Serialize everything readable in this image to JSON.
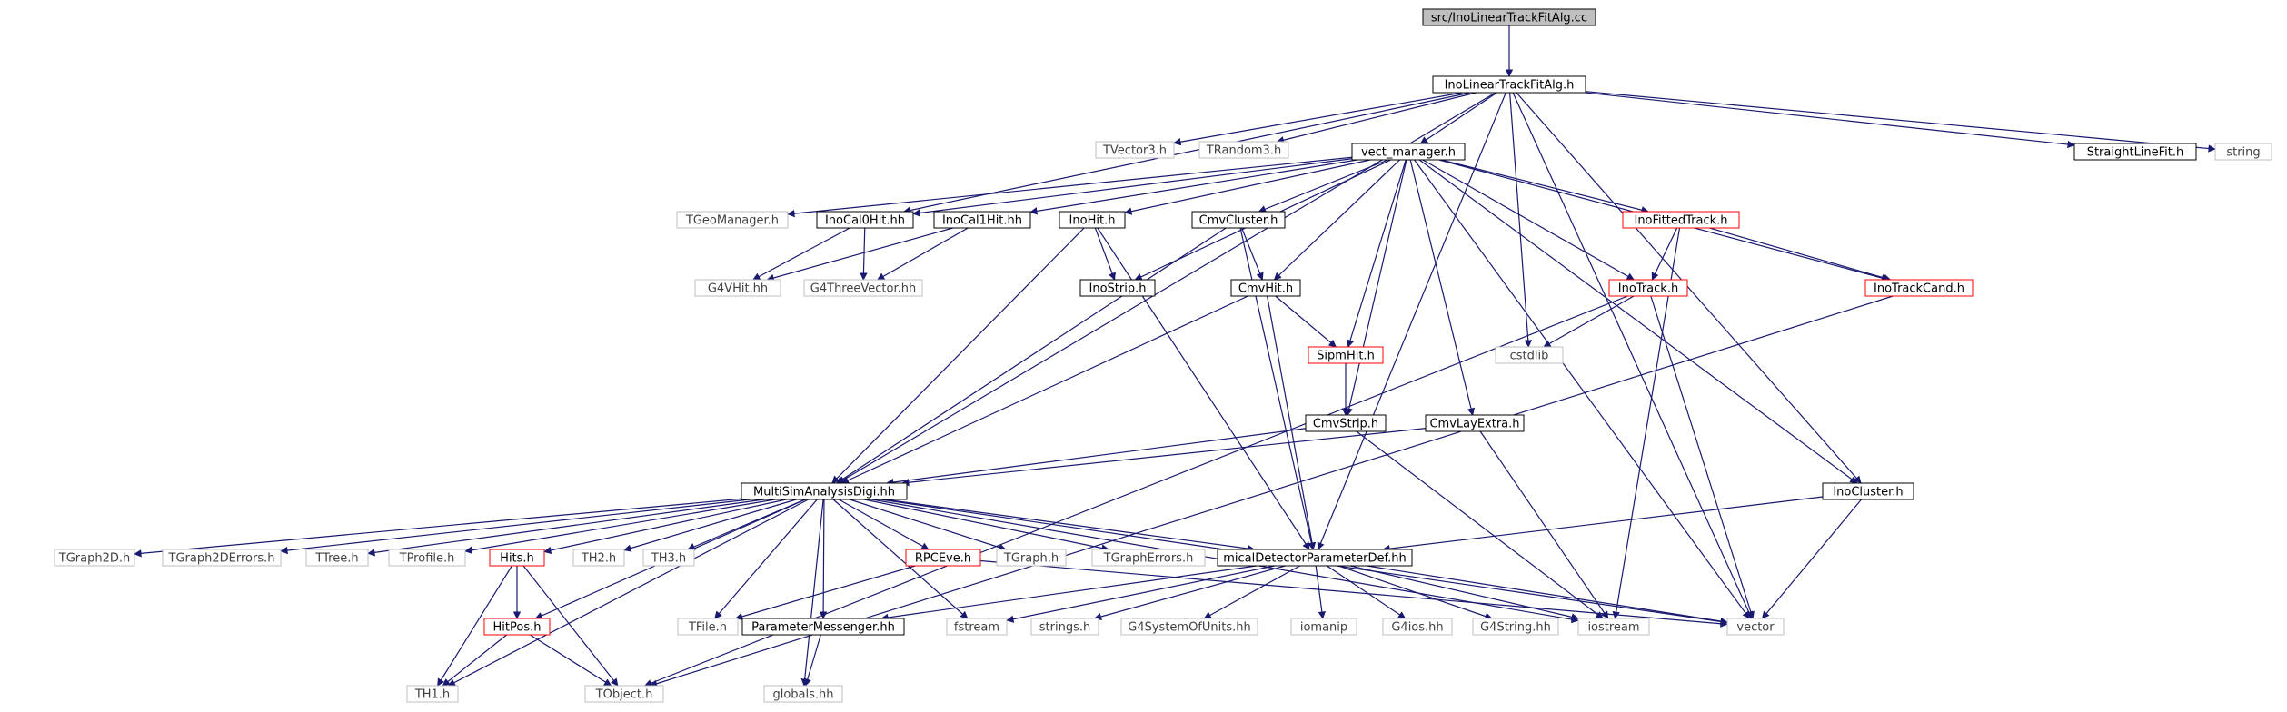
{
  "title": "src/InoLinearTrackFitAlg.cc",
  "colors": {
    "edge": "#191970",
    "normal_border": "#000000",
    "external_border": "#bfbfbf",
    "truncated_border": "#ff0000",
    "root_fill": "#bfbfbf",
    "text": "#000000",
    "external_text": "#404040"
  },
  "nodes": [
    {
      "id": "n_root",
      "label": "src/InoLinearTrackFitAlg.cc",
      "kind": "root"
    },
    {
      "id": "n_alg",
      "label": "InoLinearTrackFitAlg.h",
      "kind": "normal"
    },
    {
      "id": "n_tvec3",
      "label": "TVector3.h",
      "kind": "external"
    },
    {
      "id": "n_trandom3",
      "label": "TRandom3.h",
      "kind": "external"
    },
    {
      "id": "n_vect",
      "label": "vect_manager.h",
      "kind": "normal"
    },
    {
      "id": "n_slf",
      "label": "StraightLineFit.h",
      "kind": "normal"
    },
    {
      "id": "n_string",
      "label": "string",
      "kind": "external"
    },
    {
      "id": "n_tgeo",
      "label": "TGeoManager.h",
      "kind": "external"
    },
    {
      "id": "n_cal0",
      "label": "InoCal0Hit.hh",
      "kind": "normal"
    },
    {
      "id": "n_cal1",
      "label": "InoCal1Hit.hh",
      "kind": "normal"
    },
    {
      "id": "n_inohit",
      "label": "InoHit.h",
      "kind": "normal"
    },
    {
      "id": "n_cmvclu",
      "label": "CmvCluster.h",
      "kind": "normal"
    },
    {
      "id": "n_fitted",
      "label": "InoFittedTrack.h",
      "kind": "truncated"
    },
    {
      "id": "n_g4vhit",
      "label": "G4VHit.hh",
      "kind": "external"
    },
    {
      "id": "n_g4three",
      "label": "G4ThreeVector.hh",
      "kind": "external"
    },
    {
      "id": "n_inostrip",
      "label": "InoStrip.h",
      "kind": "normal"
    },
    {
      "id": "n_cmvhit",
      "label": "CmvHit.h",
      "kind": "normal"
    },
    {
      "id": "n_inotrack",
      "label": "InoTrack.h",
      "kind": "truncated"
    },
    {
      "id": "n_trackcand",
      "label": "InoTrackCand.h",
      "kind": "truncated"
    },
    {
      "id": "n_sipm",
      "label": "SipmHit.h",
      "kind": "truncated"
    },
    {
      "id": "n_cstdlib",
      "label": "cstdlib",
      "kind": "external"
    },
    {
      "id": "n_cmvstrip",
      "label": "CmvStrip.h",
      "kind": "normal"
    },
    {
      "id": "n_cmvlay",
      "label": "CmvLayExtra.h",
      "kind": "normal"
    },
    {
      "id": "n_msad",
      "label": "MultiSimAnalysisDigi.hh",
      "kind": "normal"
    },
    {
      "id": "n_inoclu",
      "label": "InoCluster.h",
      "kind": "normal"
    },
    {
      "id": "n_tg2d",
      "label": "TGraph2D.h",
      "kind": "external"
    },
    {
      "id": "n_tg2de",
      "label": "TGraph2DErrors.h",
      "kind": "external"
    },
    {
      "id": "n_ttree",
      "label": "TTree.h",
      "kind": "external"
    },
    {
      "id": "n_tprof",
      "label": "TProfile.h",
      "kind": "external"
    },
    {
      "id": "n_hits",
      "label": "Hits.h",
      "kind": "truncated"
    },
    {
      "id": "n_th2",
      "label": "TH2.h",
      "kind": "external"
    },
    {
      "id": "n_th3",
      "label": "TH3.h",
      "kind": "external"
    },
    {
      "id": "n_rpceve",
      "label": "RPCEve.h",
      "kind": "truncated"
    },
    {
      "id": "n_tgraph",
      "label": "TGraph.h",
      "kind": "external"
    },
    {
      "id": "n_tgraphe",
      "label": "TGraphErrors.h",
      "kind": "external"
    },
    {
      "id": "n_mical",
      "label": "micalDetectorParameterDef.hh",
      "kind": "normal"
    },
    {
      "id": "n_hitpos",
      "label": "HitPos.h",
      "kind": "truncated"
    },
    {
      "id": "n_tfile",
      "label": "TFile.h",
      "kind": "external"
    },
    {
      "id": "n_pmess",
      "label": "ParameterMessenger.hh",
      "kind": "normal"
    },
    {
      "id": "n_fstream",
      "label": "fstream",
      "kind": "external"
    },
    {
      "id": "n_stringsh",
      "label": "strings.h",
      "kind": "external"
    },
    {
      "id": "n_g4sys",
      "label": "G4SystemOfUnits.hh",
      "kind": "external"
    },
    {
      "id": "n_iomanip",
      "label": "iomanip",
      "kind": "external"
    },
    {
      "id": "n_g4ios",
      "label": "G4ios.hh",
      "kind": "external"
    },
    {
      "id": "n_g4string",
      "label": "G4String.hh",
      "kind": "external"
    },
    {
      "id": "n_iostream",
      "label": "iostream",
      "kind": "external"
    },
    {
      "id": "n_vector",
      "label": "vector",
      "kind": "external"
    },
    {
      "id": "n_th1",
      "label": "TH1.h",
      "kind": "external"
    },
    {
      "id": "n_tobject",
      "label": "TObject.h",
      "kind": "external"
    },
    {
      "id": "n_globals",
      "label": "globals.hh",
      "kind": "external"
    }
  ],
  "edges": [
    [
      "n_root",
      "n_alg"
    ],
    [
      "n_alg",
      "n_tvec3"
    ],
    [
      "n_alg",
      "n_trandom3"
    ],
    [
      "n_alg",
      "n_vect"
    ],
    [
      "n_alg",
      "n_slf"
    ],
    [
      "n_alg",
      "n_string"
    ],
    [
      "n_alg",
      "n_msad"
    ],
    [
      "n_alg",
      "n_cal0"
    ],
    [
      "n_alg",
      "n_cstdlib"
    ],
    [
      "n_alg",
      "n_mical"
    ],
    [
      "n_alg",
      "n_inoclu"
    ],
    [
      "n_alg",
      "n_vector"
    ],
    [
      "n_vect",
      "n_tgeo"
    ],
    [
      "n_vect",
      "n_cal0"
    ],
    [
      "n_vect",
      "n_cal1"
    ],
    [
      "n_vect",
      "n_inohit"
    ],
    [
      "n_vect",
      "n_cmvclu"
    ],
    [
      "n_vect",
      "n_fitted"
    ],
    [
      "n_vect",
      "n_inostrip"
    ],
    [
      "n_vect",
      "n_cmvhit"
    ],
    [
      "n_vect",
      "n_sipm"
    ],
    [
      "n_vect",
      "n_cmvstrip"
    ],
    [
      "n_vect",
      "n_cmvlay"
    ],
    [
      "n_vect",
      "n_inotrack"
    ],
    [
      "n_vect",
      "n_trackcand"
    ],
    [
      "n_vect",
      "n_inoclu"
    ],
    [
      "n_vect",
      "n_vector"
    ],
    [
      "n_cal0",
      "n_g4vhit"
    ],
    [
      "n_cal0",
      "n_g4three"
    ],
    [
      "n_cal1",
      "n_g4vhit"
    ],
    [
      "n_cal1",
      "n_g4three"
    ],
    [
      "n_inohit",
      "n_inostrip"
    ],
    [
      "n_inohit",
      "n_msad"
    ],
    [
      "n_inohit",
      "n_mical"
    ],
    [
      "n_cmvclu",
      "n_cmvhit"
    ],
    [
      "n_cmvclu",
      "n_msad"
    ],
    [
      "n_cmvclu",
      "n_mical"
    ],
    [
      "n_fitted",
      "n_inotrack"
    ],
    [
      "n_fitted",
      "n_trackcand"
    ],
    [
      "n_fitted",
      "n_iostream"
    ],
    [
      "n_inotrack",
      "n_cstdlib"
    ],
    [
      "n_inotrack",
      "n_vector"
    ],
    [
      "n_inotrack",
      "n_tobject"
    ],
    [
      "n_trackcand",
      "n_tobject"
    ],
    [
      "n_cmvhit",
      "n_sipm"
    ],
    [
      "n_cmvhit",
      "n_msad"
    ],
    [
      "n_cmvhit",
      "n_mical"
    ],
    [
      "n_sipm",
      "n_cmvstrip"
    ],
    [
      "n_cmvstrip",
      "n_msad"
    ],
    [
      "n_cmvstrip",
      "n_iostream"
    ],
    [
      "n_cmvlay",
      "n_msad"
    ],
    [
      "n_cmvlay",
      "n_iostream"
    ],
    [
      "n_inoclu",
      "n_mical"
    ],
    [
      "n_inoclu",
      "n_vector"
    ],
    [
      "n_msad",
      "n_tg2d"
    ],
    [
      "n_msad",
      "n_tg2de"
    ],
    [
      "n_msad",
      "n_ttree"
    ],
    [
      "n_msad",
      "n_tprof"
    ],
    [
      "n_msad",
      "n_hits"
    ],
    [
      "n_msad",
      "n_th2"
    ],
    [
      "n_msad",
      "n_th3"
    ],
    [
      "n_msad",
      "n_rpceve"
    ],
    [
      "n_msad",
      "n_tgraph"
    ],
    [
      "n_msad",
      "n_tgraphe"
    ],
    [
      "n_msad",
      "n_mical"
    ],
    [
      "n_msad",
      "n_hitpos"
    ],
    [
      "n_msad",
      "n_tfile"
    ],
    [
      "n_msad",
      "n_pmess"
    ],
    [
      "n_msad",
      "n_fstream"
    ],
    [
      "n_msad",
      "n_iostream"
    ],
    [
      "n_msad",
      "n_vector"
    ],
    [
      "n_msad",
      "n_th1"
    ],
    [
      "n_msad",
      "n_globals"
    ],
    [
      "n_hits",
      "n_hitpos"
    ],
    [
      "n_hits",
      "n_th1"
    ],
    [
      "n_hits",
      "n_tobject"
    ],
    [
      "n_hitpos",
      "n_th1"
    ],
    [
      "n_hitpos",
      "n_tobject"
    ],
    [
      "n_rpceve",
      "n_tfile"
    ],
    [
      "n_rpceve",
      "n_vector"
    ],
    [
      "n_mical",
      "n_pmess"
    ],
    [
      "n_mical",
      "n_fstream"
    ],
    [
      "n_mical",
      "n_stringsh"
    ],
    [
      "n_mical",
      "n_g4sys"
    ],
    [
      "n_mical",
      "n_iomanip"
    ],
    [
      "n_mical",
      "n_g4ios"
    ],
    [
      "n_mical",
      "n_g4string"
    ],
    [
      "n_mical",
      "n_iostream"
    ],
    [
      "n_mical",
      "n_vector"
    ],
    [
      "n_pmess",
      "n_globals"
    ]
  ]
}
